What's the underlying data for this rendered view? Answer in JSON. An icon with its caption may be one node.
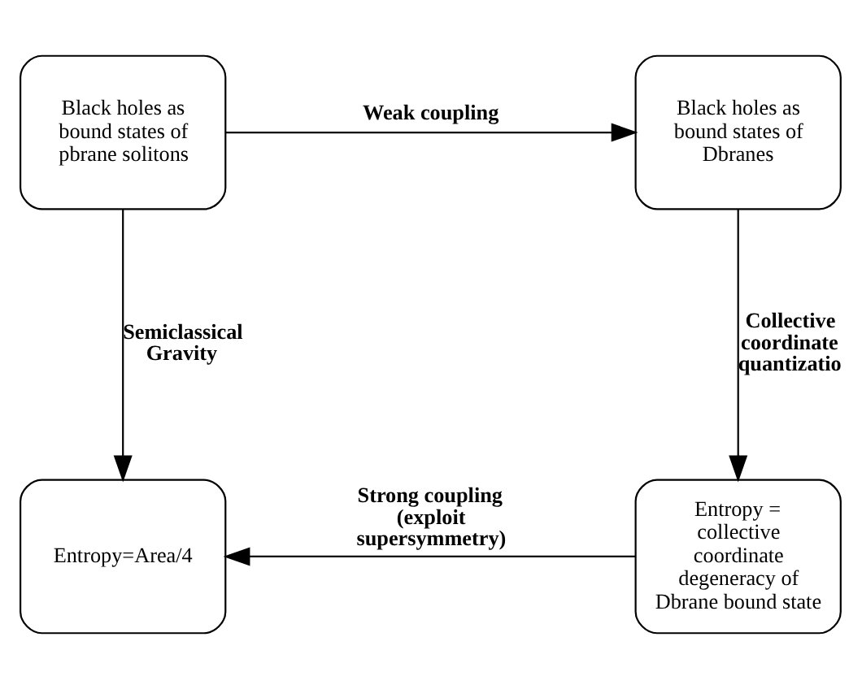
{
  "diagram": {
    "nodes": [
      {
        "text": [
          "Black holes as bound states of pbrane solitons"
        ]
      },
      {
        "text": [
          "Black holes as bound states of Dbranes"
        ]
      },
      {
        "text": [
          "Entropy=Area/4"
        ]
      },
      {
        "text": [
          "Entropy = collective coordinate degeneracy of Dbrane bound state"
        ]
      }
    ],
    "edges": [
      {
        "from": 0,
        "to": 1,
        "arrow": "to",
        "label": "Weak coupling"
      },
      {
        "from": 0,
        "to": 2,
        "arrow": "to",
        "label": "Semiclassical Gravity"
      },
      {
        "from": 1,
        "to": 3,
        "arrow": "to",
        "label": "Collective coordinate quantizatio"
      },
      {
        "from": 3,
        "to": 2,
        "arrow": "to",
        "label": "Strong coupling (exploit supersymmetry)"
      }
    ]
  }
}
